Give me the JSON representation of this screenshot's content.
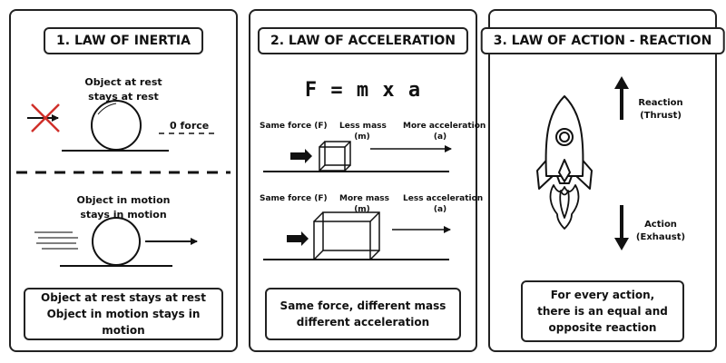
{
  "panel1": {
    "title": "1. LAW OF INERTIA",
    "rest_line1": "Object at rest",
    "rest_line2": "stays at rest",
    "zero_force": "0 force",
    "motion_line1": "Object in motion",
    "motion_line2": "stays in motion",
    "summary_line1": "Object at rest stays at rest",
    "summary_line2": "Object in motion stays in motion"
  },
  "panel2": {
    "title": "2. LAW OF ACCELERATION",
    "formula": "F = m x a",
    "row1": {
      "force": "Same force (F)",
      "mass_line1": "Less mass",
      "mass_line2": "(m)",
      "accel_line1": "More acceleration",
      "accel_line2": "(a)"
    },
    "row2": {
      "force": "Same force (F)",
      "mass_line1": "More mass",
      "mass_line2": "(m)",
      "accel_line1": "Less acceleration",
      "accel_line2": "(a)"
    },
    "summary_line1": "Same force, different mass",
    "summary_line2": "different acceleration"
  },
  "panel3": {
    "title": "3. LAW OF ACTION - REACTION",
    "reaction_line1": "Reaction",
    "reaction_line2": "(Thrust)",
    "action_line1": "Action",
    "action_line2": "(Exhaust)",
    "summary_line1": "For every action,",
    "summary_line2": "there is an equal and",
    "summary_line3": "opposite reaction"
  },
  "colors": {
    "ink": "#111111",
    "cross": "#d0302a"
  }
}
